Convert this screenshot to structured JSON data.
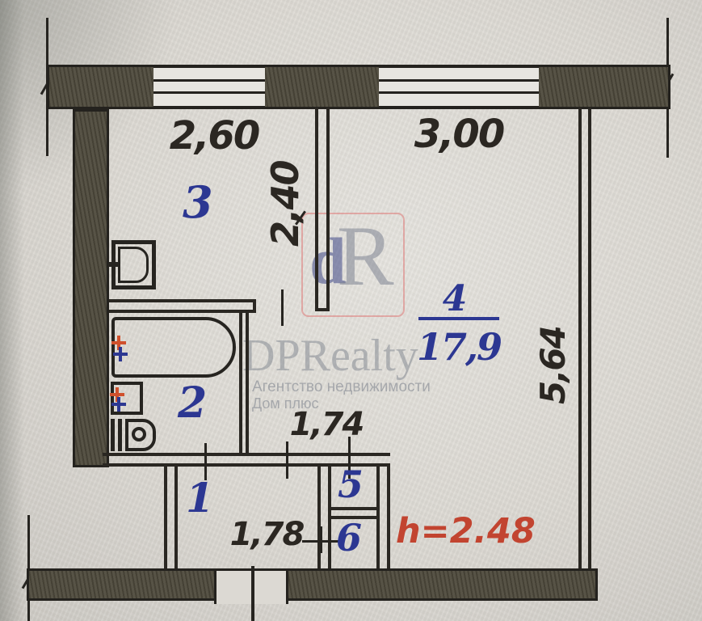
{
  "floorplan": {
    "room_labels": {
      "kitchen": "3",
      "living": "4",
      "bath": "2",
      "hall": "1",
      "closet_top": "5",
      "closet_bottom": "6"
    },
    "living_area": "17,9",
    "dimensions": {
      "kitchen_width": "2,60",
      "living_width": "3,00",
      "kitchen_depth": "2,40",
      "hall_width_top": "1,74",
      "hall_width_bottom": "1,78",
      "living_depth": "5,64"
    },
    "ceiling_height": "h=2.48",
    "colors": {
      "wall_fill": "#4e4a3c",
      "line": "#262420",
      "room_label_blue": "#2c3792",
      "dimension_text": "#2b2722",
      "height_red": "#c24430",
      "faucet_hot_red": "#d0502c",
      "faucet_cold_blue": "#2c3792",
      "watermark_pink": "#de7a78",
      "watermark_gray": "#80868f"
    }
  },
  "watermark": {
    "logo_d": "d",
    "logo_r": "R",
    "brand": "DPRealty",
    "subtitle": "Агентство недвижимости",
    "tagline": "Дом плюс"
  }
}
